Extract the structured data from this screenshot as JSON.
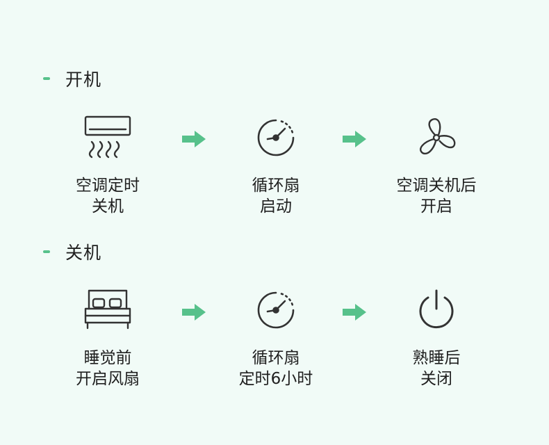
{
  "sections": [
    {
      "title": "开机",
      "steps": [
        {
          "icon": "air-conditioner-icon",
          "line1": "空调定时",
          "line2": "关机"
        },
        {
          "icon": "timer-icon",
          "line1": "循环扇",
          "line2": "启动"
        },
        {
          "icon": "fan-icon",
          "line1": "空调关机后",
          "line2": "开启"
        }
      ]
    },
    {
      "title": "关机",
      "steps": [
        {
          "icon": "bed-icon",
          "line1": "睡觉前",
          "line2": "开启风扇"
        },
        {
          "icon": "timer-icon",
          "line1": "循环扇",
          "line2": "定时6小时"
        },
        {
          "icon": "power-icon",
          "line1": "熟睡后",
          "line2": "关闭"
        }
      ]
    }
  ],
  "colors": {
    "background": "#f1fbf7",
    "accent": "#57c18b",
    "text": "#1f1f1f",
    "icon": "#333333"
  }
}
